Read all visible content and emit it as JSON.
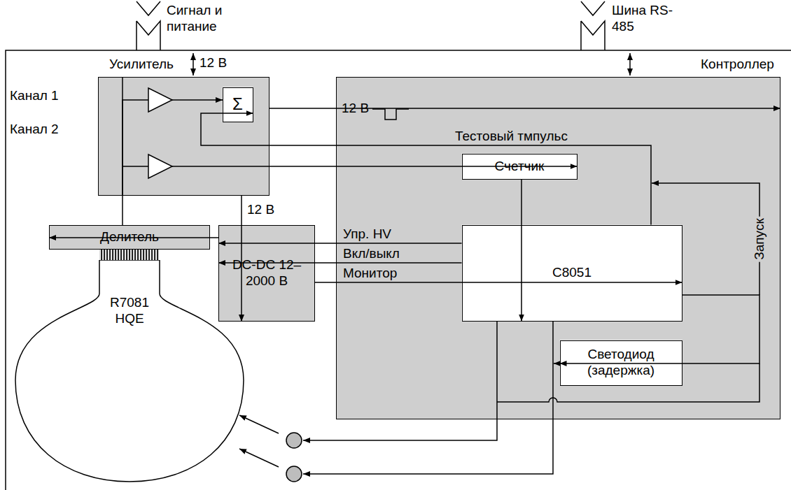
{
  "diagram": {
    "nodes": [
      {
        "text": [
          "Усилитель"
        ]
      },
      {
        "text": [
          "Σ"
        ],
        "in": 0
      },
      {
        "text": [
          "Контроллер"
        ]
      },
      {
        "text": [
          "Счетчик"
        ],
        "in": 2
      },
      {
        "text": [
          "C8051"
        ],
        "in": 2
      },
      {
        "text": [
          "Светодиод (задержка)"
        ],
        "in": 2
      },
      {
        "text": [
          "Делитель"
        ]
      },
      {
        "text": [
          "DC-DC 12–2000 В"
        ]
      },
      {
        "text": [
          "R7081 HQE"
        ]
      }
    ],
    "edges": [
      {
        "from": 0,
        "to": 2,
        "arrow": "to",
        "label": "12 В"
      },
      {
        "from": 0,
        "to": 3,
        "arrow": "to"
      },
      {
        "from": 0,
        "to": 7,
        "arrow": "to",
        "label": "12 В"
      },
      {
        "from": 6,
        "to": 0,
        "arrow": "none"
      },
      {
        "from": 7,
        "to": 6,
        "arrow": "to"
      },
      {
        "from": 4,
        "to": 7,
        "arrow": "to",
        "label": "Упр. HV"
      },
      {
        "from": 4,
        "to": 7,
        "arrow": "to",
        "label": "Вкл/выкл"
      },
      {
        "from": 7,
        "to": 4,
        "arrow": "to",
        "label": "Монитор"
      },
      {
        "from": 3,
        "to": 4,
        "arrow": "to"
      },
      {
        "from": 4,
        "to": 1,
        "arrow": "to",
        "label": "Тестовый тмпульс"
      },
      {
        "from": 4,
        "to": 5,
        "arrow": "to"
      }
    ],
    "labels": [
      "Сигнал и питание",
      "Шина RS-485",
      "12 В",
      "Канал 1",
      "Канал 2",
      "Запуск"
    ]
  }
}
